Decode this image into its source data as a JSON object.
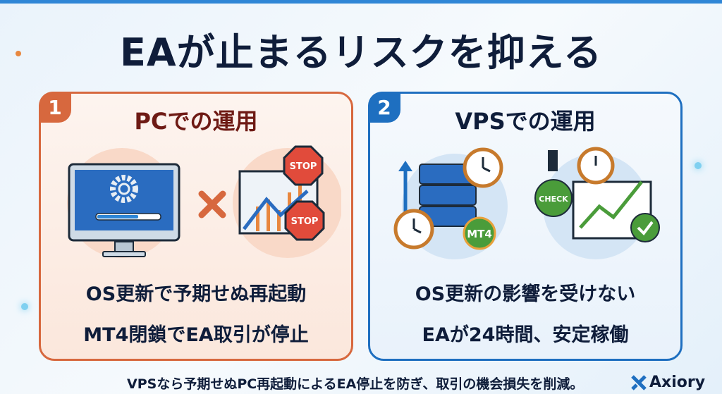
{
  "title": "EAが止まるリスクを抑える",
  "cards": [
    {
      "number": "1",
      "title": "PCでの運用",
      "icons": [
        "monitor-update-icon",
        "cross-icon",
        "stopped-chart-icon"
      ],
      "stop_label": "STOP",
      "lines": [
        "OS更新で予期せぬ再起動",
        "MT4閉鎖でEA取引が停止"
      ]
    },
    {
      "number": "2",
      "title": "VPSでの運用",
      "icons": [
        "server-clock-icon",
        "plug-check-chart-icon"
      ],
      "mt4_label": "MT4",
      "check_label": "CHECK",
      "lines": [
        "OS更新の影響を受けない",
        "EAが24時間、安定稼働"
      ]
    }
  ],
  "footer": "VPSなら予期せぬPC再起動によるEA停止を防ぎ、取引の機会損失を削減。",
  "logo": "Axiory",
  "colors": {
    "pc": "#d7683e",
    "vps": "#1e6fc0",
    "text": "#0f1d3a"
  }
}
